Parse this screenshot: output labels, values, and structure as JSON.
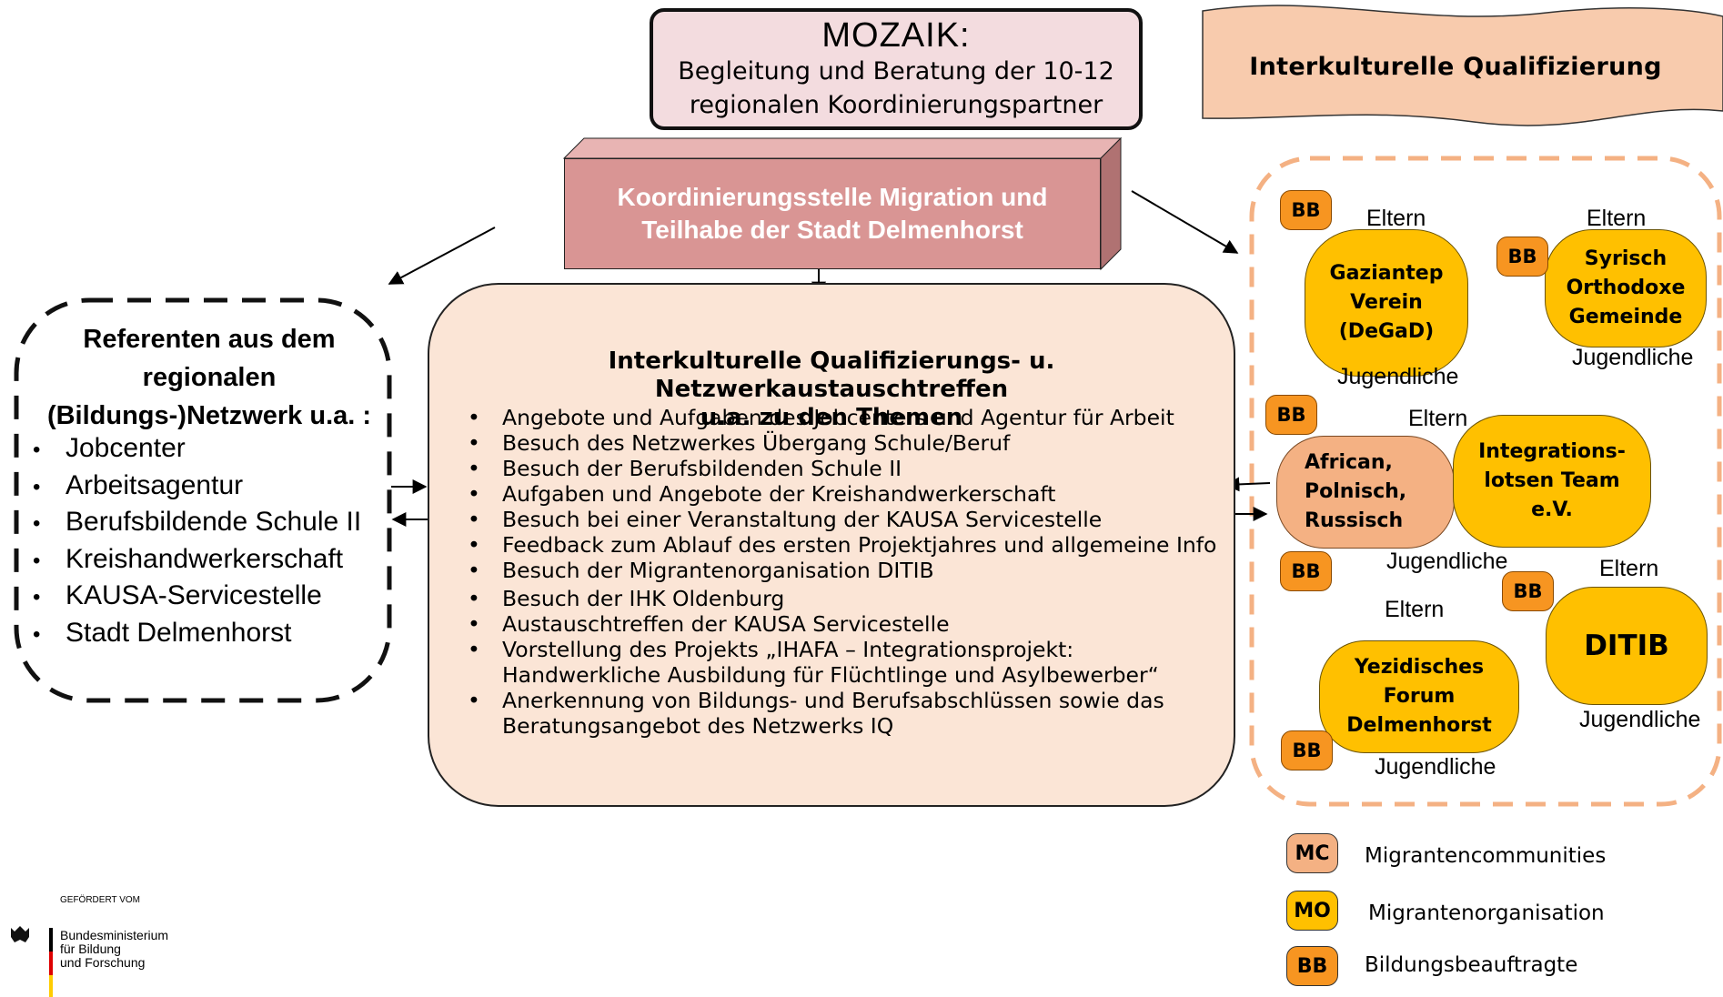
{
  "mozaik": {
    "title": "MOZAIK:",
    "line1": "Begleitung und Beratung der 10-12",
    "line2": "regionalen  Koordinierungspartner"
  },
  "koordinierung": {
    "line1": "Koordinierungsstelle  Migration  und",
    "line2": "Teilhabe der Stadt Delmenhorst"
  },
  "referenten": {
    "title1": "Referenten aus dem",
    "title2": "regionalen",
    "title3": "(Bildungs-)Netzwerk u.a. :",
    "items": [
      "Jobcenter",
      "Arbeitsagentur",
      "Berufsbildende Schule II",
      "Kreishandwerkerschaft",
      "KAUSA-Servicestelle",
      "Stadt Delmenhorst"
    ]
  },
  "center": {
    "title1": "Interkulturelle Qualifizierungs- u. Netzwerkaustauschtreffen",
    "title2": "u.a. zu den Themen",
    "items": [
      "Angebote und Aufgaben des Jobcenters und Agentur für Arbeit",
      "Besuch des Netzwerkes Übergang Schule/Beruf",
      "Besuch der Berufsbildenden Schule II",
      "Aufgaben und Angebote der Kreishandwerkerschaft",
      "Besuch bei einer Veranstaltung der KAUSA Servicestelle",
      "Feedback zum Ablauf des ersten Projektjahres und allgemeine Info",
      "Besuch der Migrantenorganisation  DITIB",
      "Besuch der IHK Oldenburg",
      "Austauschtreffen der KAUSA Servicestelle",
      "Vorstellung des Projekts „IHAFA – Integrationsprojekt:\n Handwerkliche  Ausbildung für Flüchtlinge und Asylbewerber“",
      "Anerkennung von Bildungs- und Berufsabschlüssen sowie das\n Beratungsangebot des Netzwerks IQ"
    ]
  },
  "right": {
    "banner": "Interkulturelle Qualifizierung",
    "bb": "BB",
    "eltern": "Eltern",
    "jugendliche": "Jugendliche",
    "orgs": {
      "gaziantep": "Gaziantep\nVerein\n(DeGaD)",
      "syrisch": "Syrisch\nOrthodoxe\nGemeinde",
      "african": "African,\nPolnisch,\nRussisch",
      "integrations": "Integrations-\nlotsen Team\ne.V.",
      "yezidisches": "Yezidisches\nForum\nDelmenhorst",
      "ditib": "DITIB"
    }
  },
  "legend": [
    {
      "code": "MC",
      "label": "Migrantencommunities",
      "color": "#f4b183"
    },
    {
      "code": "MO",
      "label": "Migrantenorganisation",
      "color": "#ffc000"
    },
    {
      "code": "BB",
      "label": "Bildungsbeauftragte",
      "color": "#f79521"
    }
  ],
  "logo": {
    "small": "GEFÖRDERT VOM",
    "line1": "Bundesministerium",
    "line2": "für Bildung",
    "line3": "und Forschung"
  }
}
